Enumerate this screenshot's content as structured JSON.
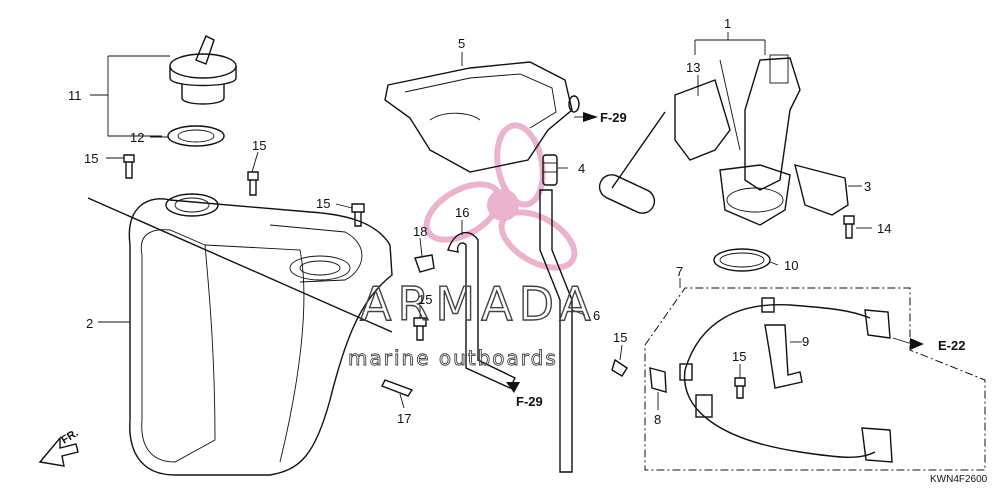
{
  "part_labels": [
    "1",
    "2",
    "3",
    "4",
    "5",
    "6",
    "7",
    "8",
    "9",
    "10",
    "11",
    "12",
    "13",
    "14",
    "15",
    "16",
    "17",
    "18"
  ],
  "labels": {
    "l1": "1",
    "l2": "2",
    "l3": "3",
    "l4": "4",
    "l5": "5",
    "l6": "6",
    "l7": "7",
    "l8": "8",
    "l9": "9",
    "l10": "10",
    "l11": "11",
    "l12": "12",
    "l13": "13",
    "l14": "14",
    "l15a": "15",
    "l15b": "15",
    "l15c": "15",
    "l15d": "15",
    "l15e": "15",
    "l15f": "15",
    "l16": "16",
    "l17": "17",
    "l18": "18"
  },
  "references": {
    "f29_top": "F-29",
    "f29_bottom": "F-29",
    "e22": "E-22"
  },
  "direction": "FR.",
  "diagram_code": "KWN4F2600",
  "watermark": {
    "brand": "ARMADA",
    "tagline": "marine outboards",
    "accent": "#e8a6c6"
  }
}
